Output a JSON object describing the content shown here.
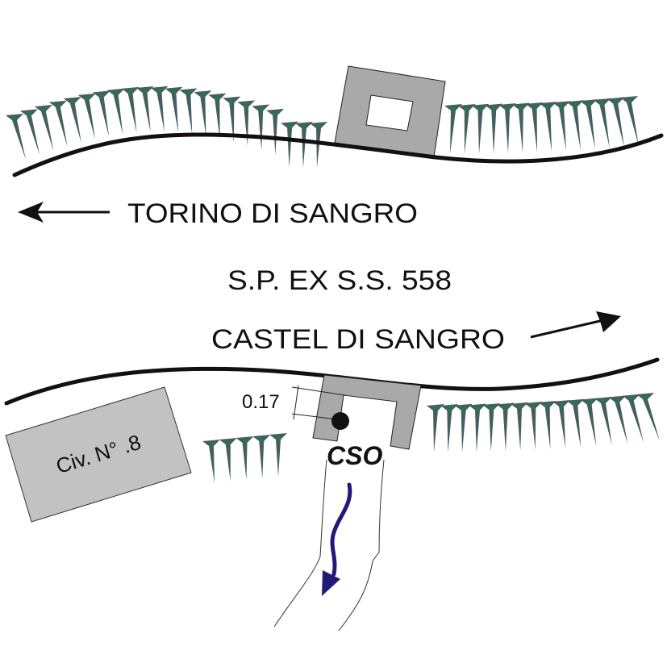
{
  "colors": {
    "background": "#ffffff",
    "road_edge": "#141010",
    "building_fill": "#a9a9a9",
    "house_fill": "#c2c2c2",
    "vegetation_fill": "#455f5f",
    "vegetation_accent": "#1f7a4d",
    "flow_arrow": "#231a78",
    "text": "#111111"
  },
  "labels": {
    "torino": "TORINO DI SANGRO",
    "road": "S.P. EX S.S. 558",
    "castel": "CASTEL DI SANGRO",
    "civic": "Civ. N° .8",
    "dimension": "0.17",
    "cso": "CSO"
  },
  "icons": {
    "west_arrow": "arrow-left-icon",
    "east_arrow": "arrow-right-icon",
    "flow_arrow": "flow-direction-icon",
    "discharge_point": "discharge-point-icon"
  }
}
